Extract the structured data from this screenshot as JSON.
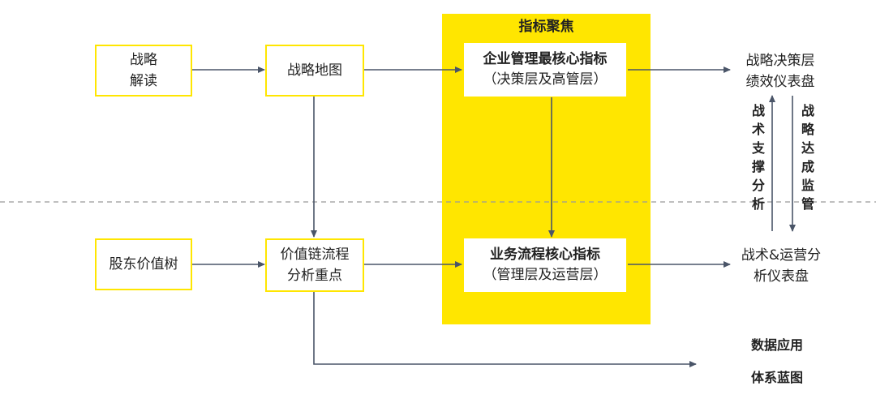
{
  "band": {
    "title": "指标聚焦"
  },
  "boxes": {
    "strategy_read": {
      "line1": "战略",
      "line2": "解读"
    },
    "strategy_map": {
      "label": "战略地图"
    },
    "shareholder_tree": {
      "label": "股东价值树"
    },
    "value_chain": {
      "line1": "价值链流程",
      "line2": "分析重点"
    },
    "enterprise_kpi": {
      "line1": "企业管理最核心指标",
      "line2": "（决策层及高管层）"
    },
    "business_kpi": {
      "line1": "业务流程核心指标",
      "line2": "（管理层及运营层）"
    }
  },
  "outputs": {
    "strategic_dashboard": {
      "line1": "战略决策层",
      "line2": "绩效仪表盘"
    },
    "tactical_dashboard": {
      "line1": "战术&运营分",
      "line2": "析仪表盘"
    },
    "data_blueprint": {
      "line1": "数据应用",
      "line2": "体系蓝图"
    }
  },
  "vertical_labels": {
    "tactical_support": [
      "战",
      "术",
      "支",
      "撑",
      "分",
      "析"
    ],
    "strategic_monitor": [
      "战",
      "略",
      "达",
      "成",
      "监",
      "管"
    ]
  },
  "colors": {
    "accent": "#ffe600",
    "line": "#4a5568",
    "divider": "#999999"
  }
}
